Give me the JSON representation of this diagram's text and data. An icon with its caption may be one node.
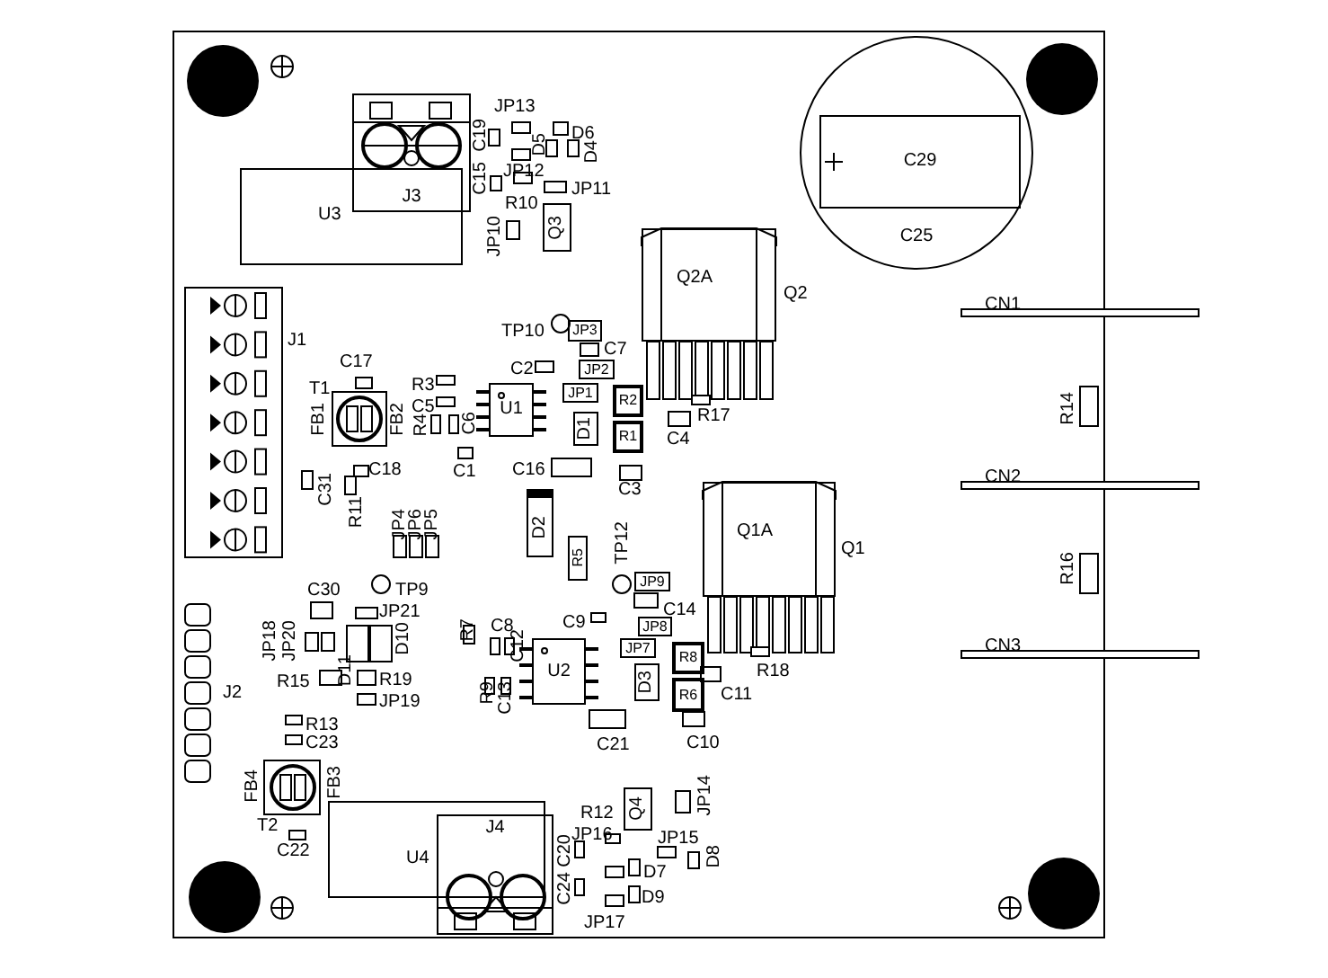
{
  "diagram": {
    "nodes": [
      {
        "text": [
          "J3"
        ]
      },
      {
        "text": [
          "Q3"
        ]
      },
      {
        "text": [
          "C25"
        ]
      },
      {
        "text": [
          "C29"
        ],
        "in": 2
      },
      {
        "text": [
          "Q2A"
        ],
        "beside": [
          "Q2"
        ]
      },
      {
        "text": [
          "JP3"
        ]
      },
      {
        "text": [
          "JP2"
        ]
      },
      {
        "text": [
          "JP1"
        ]
      },
      {
        "text": [
          "U1"
        ]
      },
      {
        "text": [
          "R2"
        ]
      },
      {
        "text": [
          "D1"
        ]
      },
      {
        "text": [
          "R1"
        ]
      },
      {
        "text": [
          "D2"
        ]
      },
      {
        "text": [
          "R5"
        ]
      },
      {
        "text": [
          "Q1A"
        ],
        "beside": [
          "Q1"
        ]
      },
      {
        "text": [
          "JP9"
        ]
      },
      {
        "text": [
          "JP8"
        ]
      },
      {
        "text": [
          "JP7"
        ]
      },
      {
        "text": [
          "U2"
        ]
      },
      {
        "text": [
          "R8"
        ]
      },
      {
        "text": [
          "D3"
        ]
      },
      {
        "text": [
          "R6"
        ]
      },
      {
        "text": [
          "J4"
        ]
      },
      {
        "text": [
          "Q4"
        ]
      }
    ],
    "labels": [
      "JP13",
      "D6",
      "C19",
      "D5",
      "D4",
      "JP12",
      "JP11",
      "C15",
      "R10",
      "U3",
      "JP10",
      "TP10",
      "J1",
      "C17",
      "C7",
      "C2",
      "T1",
      "R3",
      "C5",
      "FB1",
      "FB2",
      "R4",
      "C6",
      "R17",
      "C4",
      "C18",
      "C1",
      "C16",
      "C3",
      "C31",
      "R11",
      "JP4",
      "JP6",
      "JP5",
      "TP12",
      "C30",
      "TP9",
      "JP21",
      "C14",
      "C9",
      "JP18",
      "JP20",
      "D10",
      "D11",
      "R7",
      "C8",
      "C12",
      "R15",
      "R19",
      "JP19",
      "J2",
      "R9",
      "C13",
      "R13",
      "C23",
      "C21",
      "C10",
      "R18",
      "C11",
      "FB4",
      "FB3",
      "T2",
      "C22",
      "U4",
      "R12",
      "JP16",
      "C20",
      "JP14",
      "JP15",
      "D8",
      "D7",
      "D9",
      "C24",
      "JP17",
      "CN1",
      "R14",
      "CN2",
      "R16",
      "CN3"
    ]
  }
}
